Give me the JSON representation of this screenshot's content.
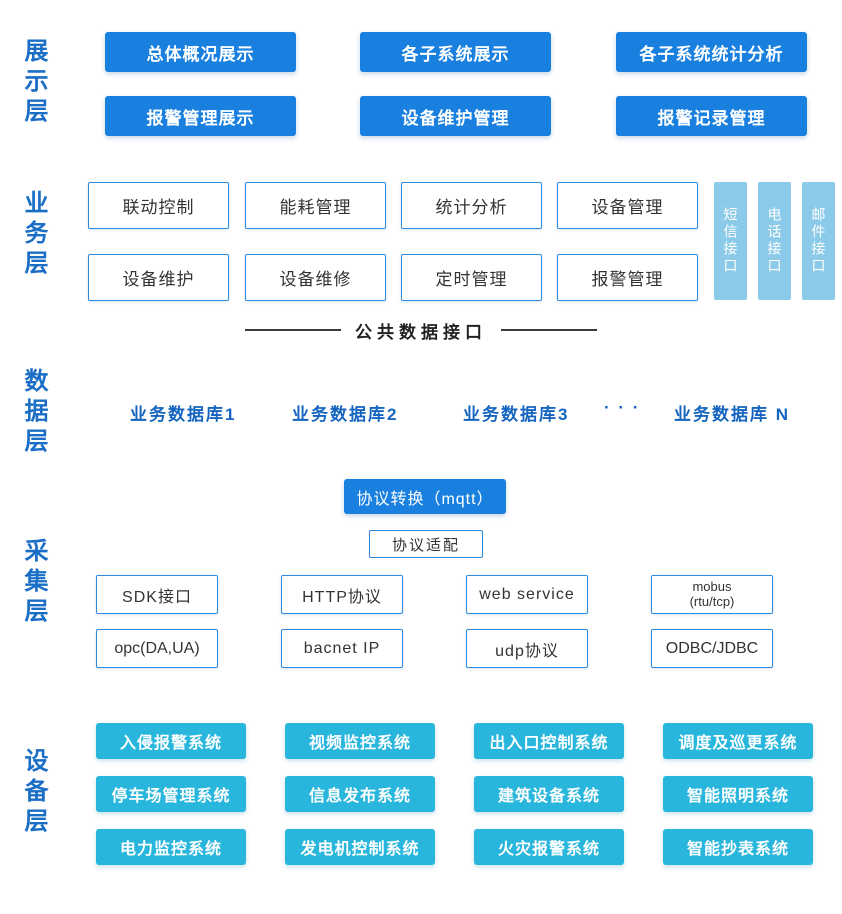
{
  "colors": {
    "primary_blue": "#1a80e0",
    "label_blue": "#1a6ec5",
    "light_blue": "#8ccae9",
    "cyan": "#29b6dc",
    "box_border": "#2e8be0",
    "text_dark": "#333333"
  },
  "layers": {
    "display": {
      "label": "展示层",
      "buttons": [
        "总体概况展示",
        "各子系统展示",
        "各子系统统计分析",
        "报警管理展示",
        "设备维护管理",
        "报警记录管理"
      ]
    },
    "business": {
      "label": "业务层",
      "modules": [
        "联动控制",
        "能耗管理",
        "统计分析",
        "设备管理",
        "设备维护",
        "设备维修",
        "定时管理",
        "报警管理"
      ],
      "interfaces": [
        "短信接口",
        "电话接口",
        "邮件接口"
      ],
      "common_interface": "公共数据接口"
    },
    "data": {
      "label": "数据层",
      "databases": [
        "业务数据库1",
        "业务数据库2",
        "业务数据库3",
        "· · ·",
        "业务数据库 N"
      ]
    },
    "collect": {
      "label": "采集层",
      "converter": "协议转换（mqtt）",
      "adapter": "协议适配",
      "protocols": [
        "SDK接口",
        "HTTP协议",
        "web service",
        "mobus\n(rtu/tcp)",
        "opc(DA,UA)",
        "bacnet IP",
        "udp协议",
        "ODBC/JDBC"
      ]
    },
    "device": {
      "label": "设备层",
      "systems": [
        "入侵报警系统",
        "视频监控系统",
        "出入口控制系统",
        "调度及巡更系统",
        "停车场管理系统",
        "信息发布系统",
        "建筑设备系统",
        "智能照明系统",
        "电力监控系统",
        "发电机控制系统",
        "火灾报警系统",
        "智能抄表系统"
      ]
    }
  }
}
